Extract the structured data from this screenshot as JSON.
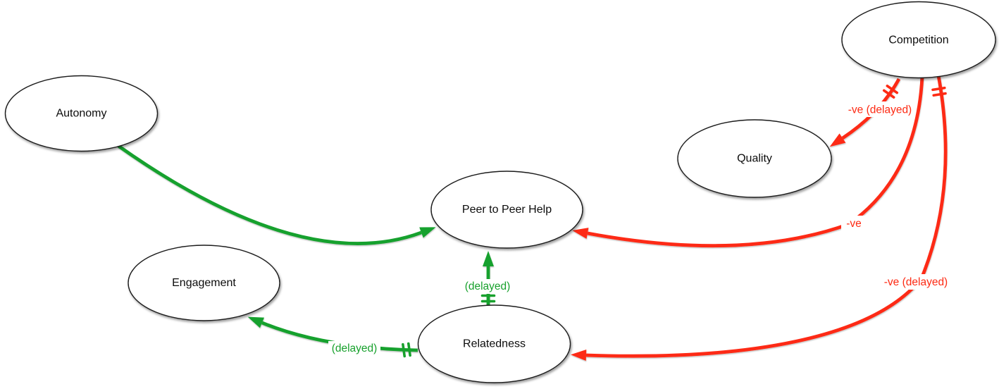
{
  "diagram": {
    "nodes": {
      "autonomy": {
        "label": "Autonomy"
      },
      "competition": {
        "label": "Competition"
      },
      "quality": {
        "label": "Quality"
      },
      "peer_to_peer_help": {
        "label": "Peer to Peer Help"
      },
      "engagement": {
        "label": "Engagement"
      },
      "relatedness": {
        "label": "Relatedness"
      }
    },
    "edges": {
      "autonomy_to_peer_help": {
        "from": "Autonomy",
        "to": "Peer to Peer Help",
        "polarity": "positive",
        "delayed": false,
        "label": ""
      },
      "relatedness_to_peer_help": {
        "from": "Relatedness",
        "to": "Peer to Peer Help",
        "polarity": "positive",
        "delayed": true,
        "label": "(delayed)"
      },
      "relatedness_to_engagement": {
        "from": "Relatedness",
        "to": "Engagement",
        "polarity": "positive",
        "delayed": true,
        "label": "(delayed)"
      },
      "competition_to_quality": {
        "from": "Competition",
        "to": "Quality",
        "polarity": "negative",
        "delayed": true,
        "label": "-ve (delayed)"
      },
      "competition_to_peer_help": {
        "from": "Competition",
        "to": "Peer to Peer Help",
        "polarity": "negative",
        "delayed": false,
        "label": "-ve"
      },
      "competition_to_relatedness": {
        "from": "Competition",
        "to": "Relatedness",
        "polarity": "negative",
        "delayed": true,
        "label": "-ve (delayed)"
      }
    },
    "colors": {
      "positive_edge": "#18a12d",
      "negative_edge": "#fd2a13",
      "node_fill": "#ffffff",
      "node_stroke": "#1b1b1b",
      "label_background": "#ffffff"
    }
  }
}
